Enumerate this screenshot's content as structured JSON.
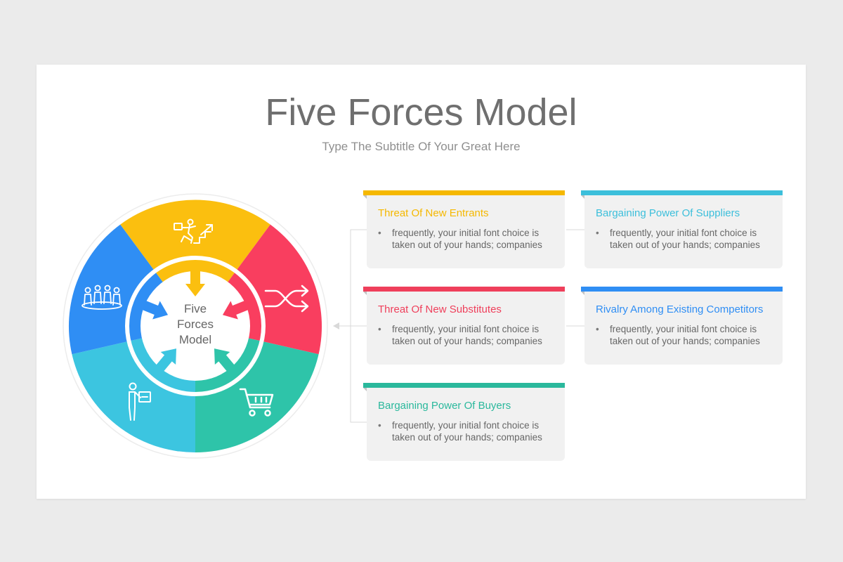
{
  "header": {
    "title": "Five Forces Model",
    "subtitle": "Type The Subtitle Of Your Great Here"
  },
  "wheel": {
    "center_label_line1": "Five",
    "center_label_line2": "Forces",
    "center_label_line3": "Model",
    "segments": [
      {
        "name": "new-entrants",
        "color": "#fbbf0f",
        "icon": "businessman-running-upstairs-icon"
      },
      {
        "name": "substitutes",
        "color": "#f93e5f",
        "icon": "shuffle-arrows-icon"
      },
      {
        "name": "buyers-cart",
        "color": "#2ec4a9",
        "icon": "shopping-cart-icon"
      },
      {
        "name": "buyers-person",
        "color": "#3cc5e0",
        "icon": "person-with-box-icon"
      },
      {
        "name": "rivalry",
        "color": "#2f8ef4",
        "icon": "group-of-people-icon"
      }
    ]
  },
  "cards": [
    {
      "heading": "Threat Of New Entrants",
      "color": "#f5b800",
      "bullet": "frequently, your initial font choice is taken out of your hands; companies"
    },
    {
      "heading": "Bargaining Power Of Suppliers",
      "color": "#3cbfdb",
      "bullet": "frequently, your initial font choice is taken out of your hands; companies"
    },
    {
      "heading": "Threat Of New Substitutes",
      "color": "#ef3f5b",
      "bullet": "frequently, your initial font choice is taken out of your hands; companies"
    },
    {
      "heading": "Rivalry Among Existing Competitors",
      "color": "#2f8ef4",
      "bullet": "frequently, your initial font choice is taken out of your hands; companies"
    },
    {
      "heading": "Bargaining Power Of Buyers",
      "color": "#2ab89c",
      "bullet": "frequently, your initial font choice is taken out of your hands; companies"
    }
  ]
}
